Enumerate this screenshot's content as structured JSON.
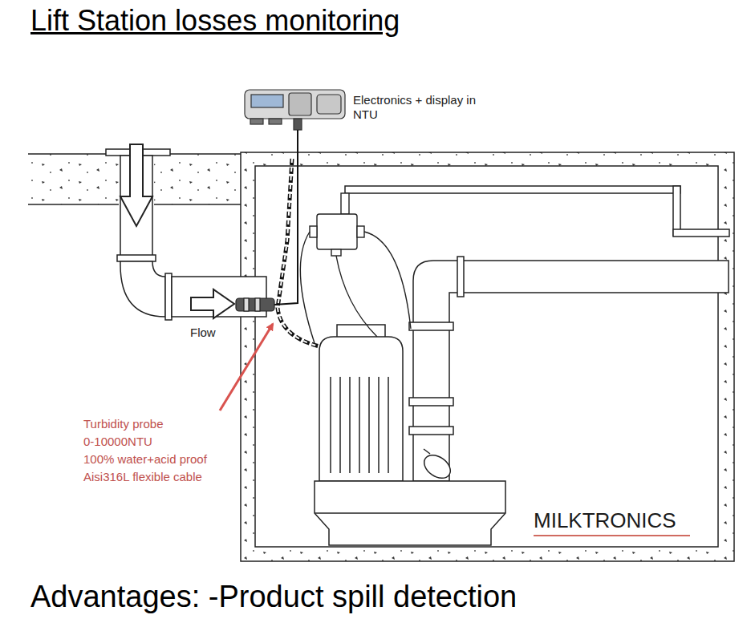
{
  "diagram": {
    "title": "Lift Station losses monitoring",
    "caption": "Advantages: -Product spill detection",
    "labels": [
      "Electronics + display in NTU",
      "Flow",
      "Turbidity probe",
      "0-10000NTU",
      "100% water+acid proof",
      "Aisi316L flexible cable",
      "MILKTRONICS"
    ]
  }
}
